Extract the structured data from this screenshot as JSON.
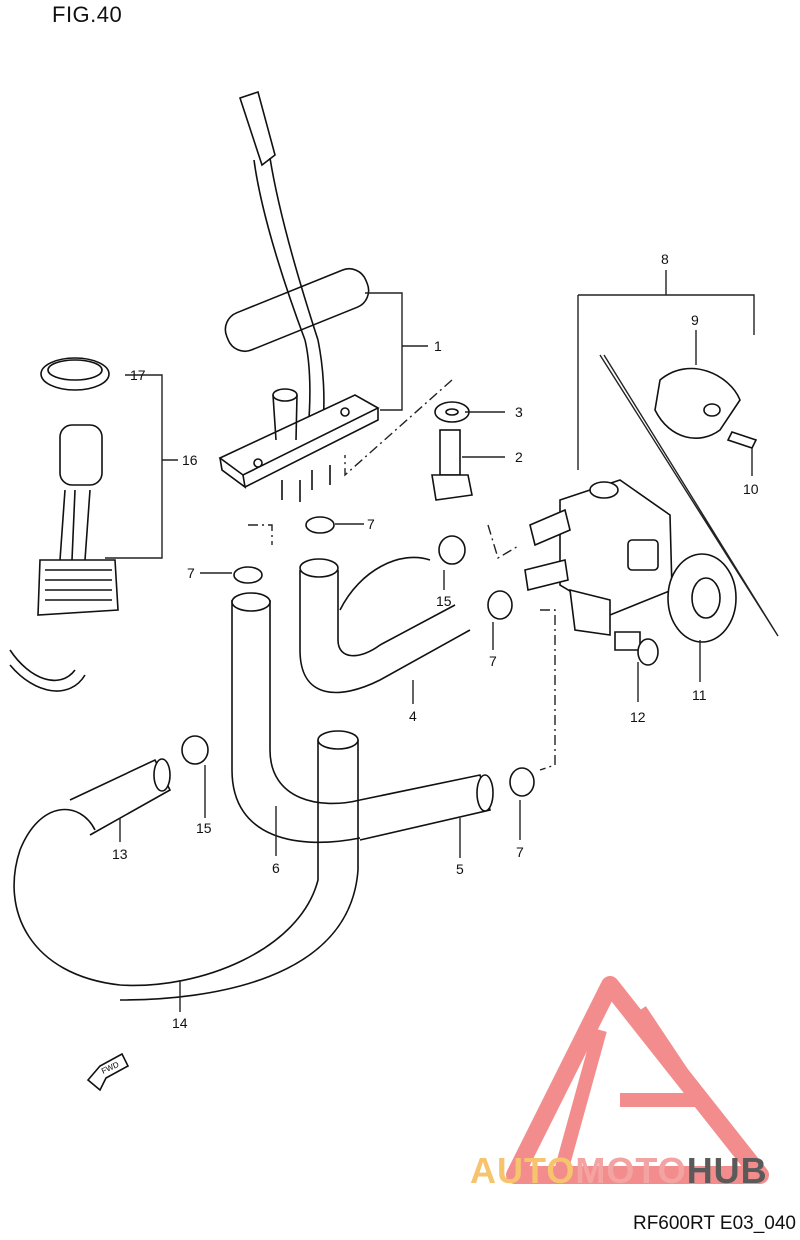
{
  "figure": {
    "title": "FIG.40",
    "code": "RF600RT E03_040"
  },
  "callouts": {
    "c1": "1",
    "c2": "2",
    "c3": "3",
    "c4": "4",
    "c5": "5",
    "c6": "6",
    "c7a": "7",
    "c7b": "7",
    "c7c": "7",
    "c7d": "7",
    "c8": "8",
    "c9": "9",
    "c10": "10",
    "c11": "11",
    "c12": "12",
    "c13": "13",
    "c14": "14",
    "c15a": "15",
    "c15b": "15",
    "c16": "16",
    "c17": "17"
  },
  "fwd_label": "FWD",
  "watermark": {
    "part_a": "AUTO",
    "part_b": "MOTO",
    "part_c": "HUB",
    "colors": {
      "auto": "#f7c46e",
      "moto": "#f4a3a3",
      "hub": "#5a5a5a",
      "logo": "#f06e6e"
    }
  }
}
